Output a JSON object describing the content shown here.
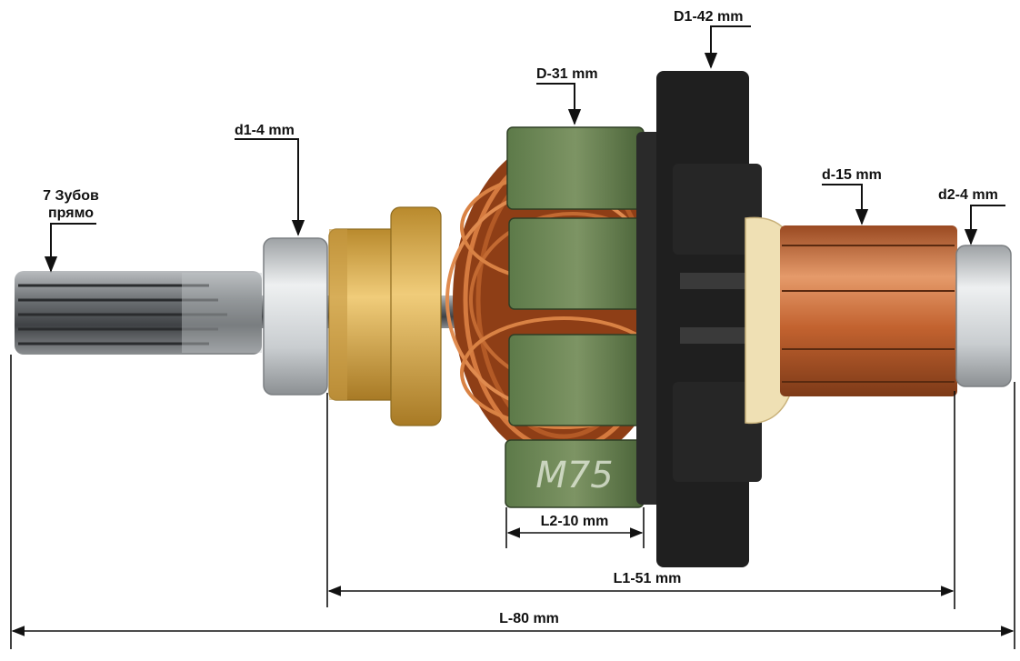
{
  "labels": {
    "teeth_line1": "7 Зубов",
    "teeth_line2": "прямо",
    "d1": "d1-4 mm",
    "D": "D-31 mm",
    "D1": "D1-42 mm",
    "d": "d-15 mm",
    "d2": "d2-4 mm",
    "L2": "L2-10 mm",
    "L1": "L1-51 mm",
    "L": "L-80 mm",
    "lamination_marking": "M75"
  },
  "colors": {
    "copper": "#c2622f",
    "winding": "#a0481a",
    "lamination_green": "#4f6b3e",
    "brass": "#d4a545",
    "steel": "#8c8f92",
    "bearing": "#cfd3d6",
    "fan_black": "#1f1f1f",
    "dimension_line": "#111111"
  }
}
